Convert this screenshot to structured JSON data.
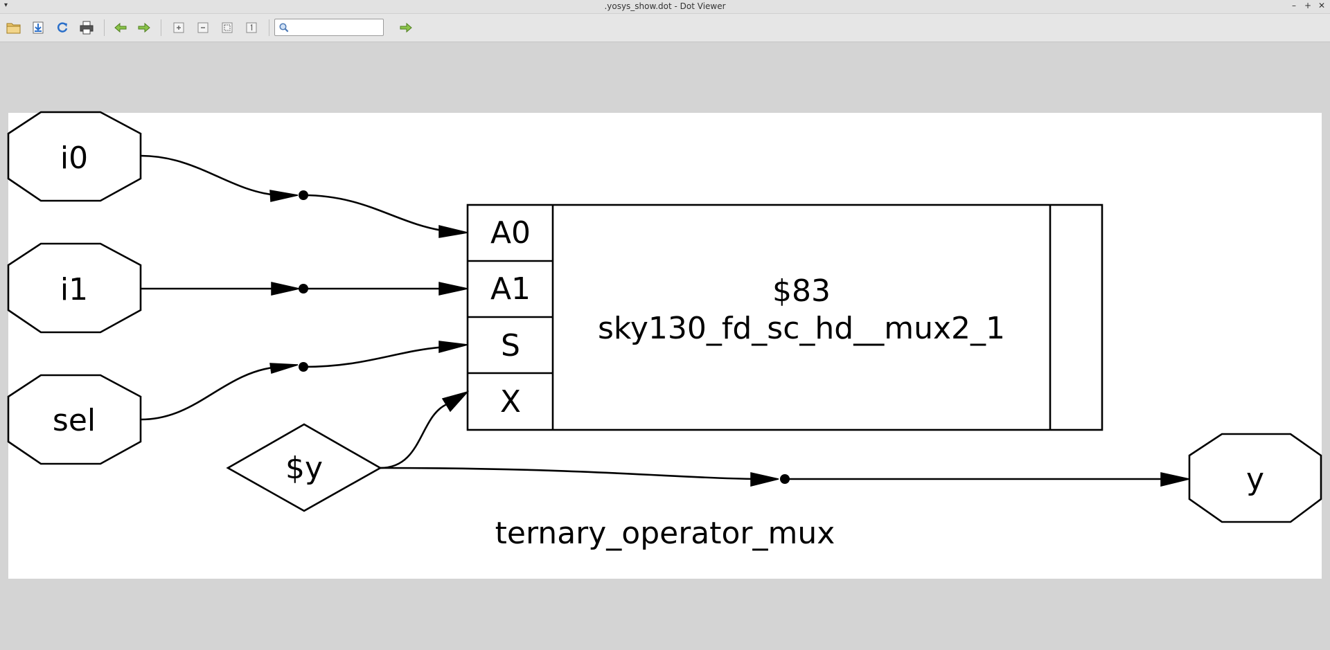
{
  "window": {
    "title": ".yosys_show.dot - Dot Viewer",
    "menu_arrow": "▾",
    "minimize": "–",
    "maximize": "+",
    "close": "✕"
  },
  "toolbar": {
    "search": {
      "value": "",
      "placeholder": ""
    }
  },
  "graph": {
    "nodes": {
      "i0": "i0",
      "i1": "i1",
      "sel": "sel",
      "wire_y": "$y",
      "y": "y"
    },
    "cell": {
      "id": "$83",
      "type": "sky130_fd_sc_hd__mux2_1",
      "ports": [
        "A0",
        "A1",
        "S",
        "X"
      ]
    },
    "label": "ternary_operator_mux"
  },
  "colors": {
    "background": "#d4d4d4",
    "toolbar": "#e6e6e6",
    "canvas": "#ffffff",
    "stroke": "#000000"
  }
}
